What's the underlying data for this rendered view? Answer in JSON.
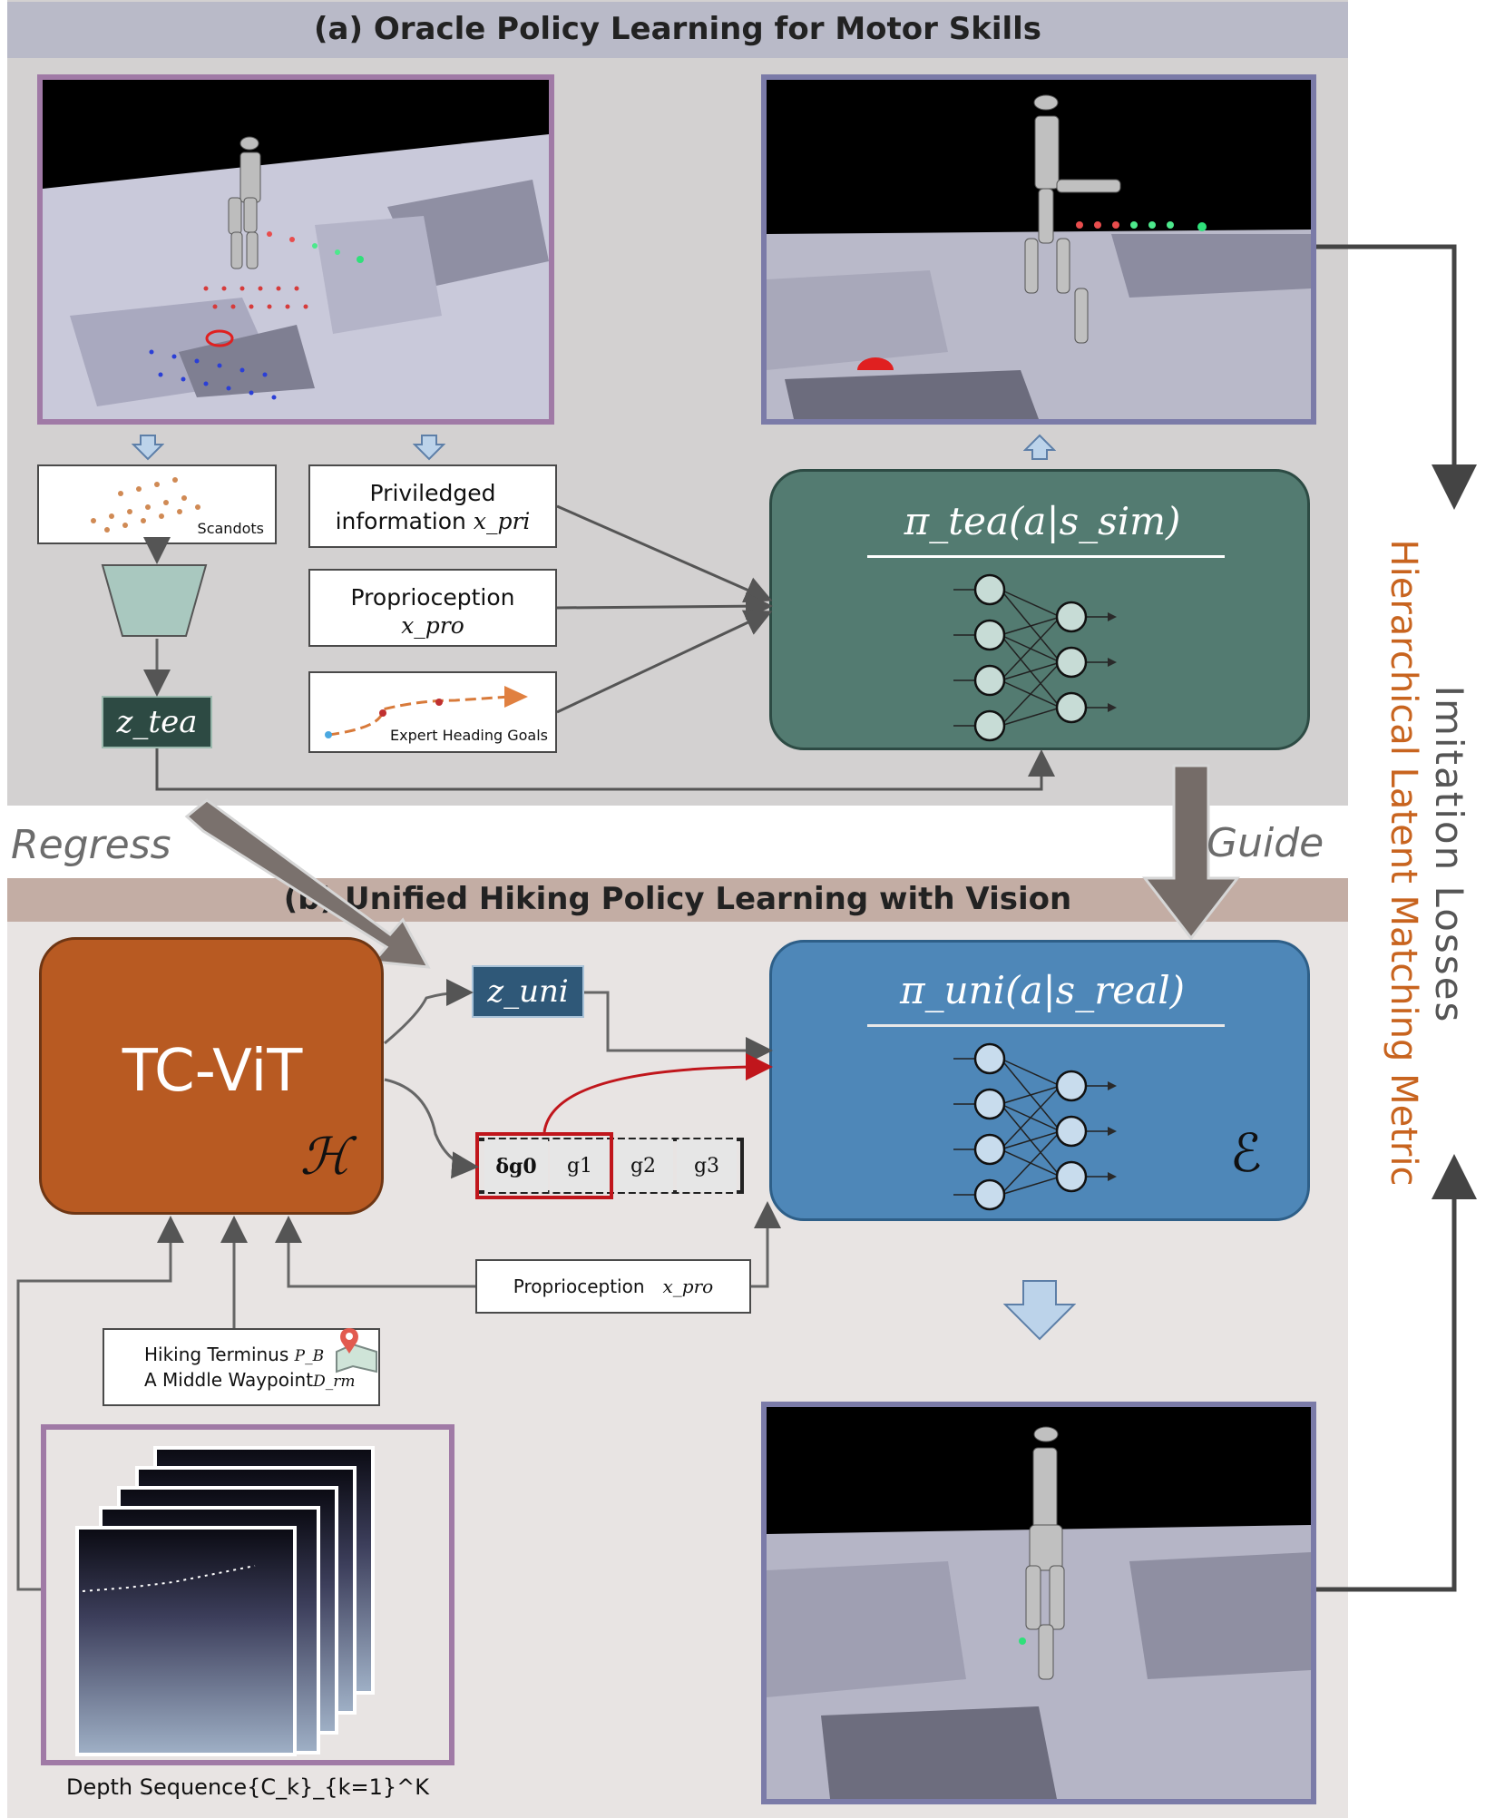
{
  "section_a": {
    "title": "(a) Oracle Policy Learning for Motor Skills",
    "scandots_label": "Scandots",
    "privileged": {
      "line1": "Priviledged",
      "line2": "information",
      "symbol": "x_pri"
    },
    "proprioception": {
      "line1": "Proprioception",
      "symbol": "x_pro"
    },
    "heading_goals_label": "Expert Heading Goals",
    "latent": "z_tea",
    "policy_title": "π_tea(a|s_sim)"
  },
  "middle": {
    "regress_label": "Regress",
    "guide_label": "Guide"
  },
  "section_b": {
    "title": "(b) Unified Hiking Policy Learning with Vision",
    "encoder_name": "TC-ViT",
    "encoder_symbol": "ℋ",
    "latent": "z_uni",
    "goal_cells": [
      "δg0",
      "g1",
      "g2",
      "g3"
    ],
    "policy_title": "π_uni(a|s_real)",
    "policy_symbol": "ℰ",
    "proprioception": {
      "label": "Proprioception",
      "symbol": "x_pro"
    },
    "terminus": {
      "line1": "Hiking Terminus",
      "symbol1": "P_B",
      "line2": "A Middle Waypoint",
      "symbol2": "D_rm"
    },
    "depth_caption": "Depth Sequence{C_k}_{k=1}^K"
  },
  "right_side": {
    "imitation_label": "Imitation Losses",
    "metric_label": "Hierarchical Latent Matching Metric"
  },
  "colors": {
    "teacher_policy": "#537b71",
    "unified_policy": "#4e87b8",
    "encoder": "#b85a22",
    "metric_text": "#c8641f",
    "goal_highlight": "#c0161c"
  }
}
